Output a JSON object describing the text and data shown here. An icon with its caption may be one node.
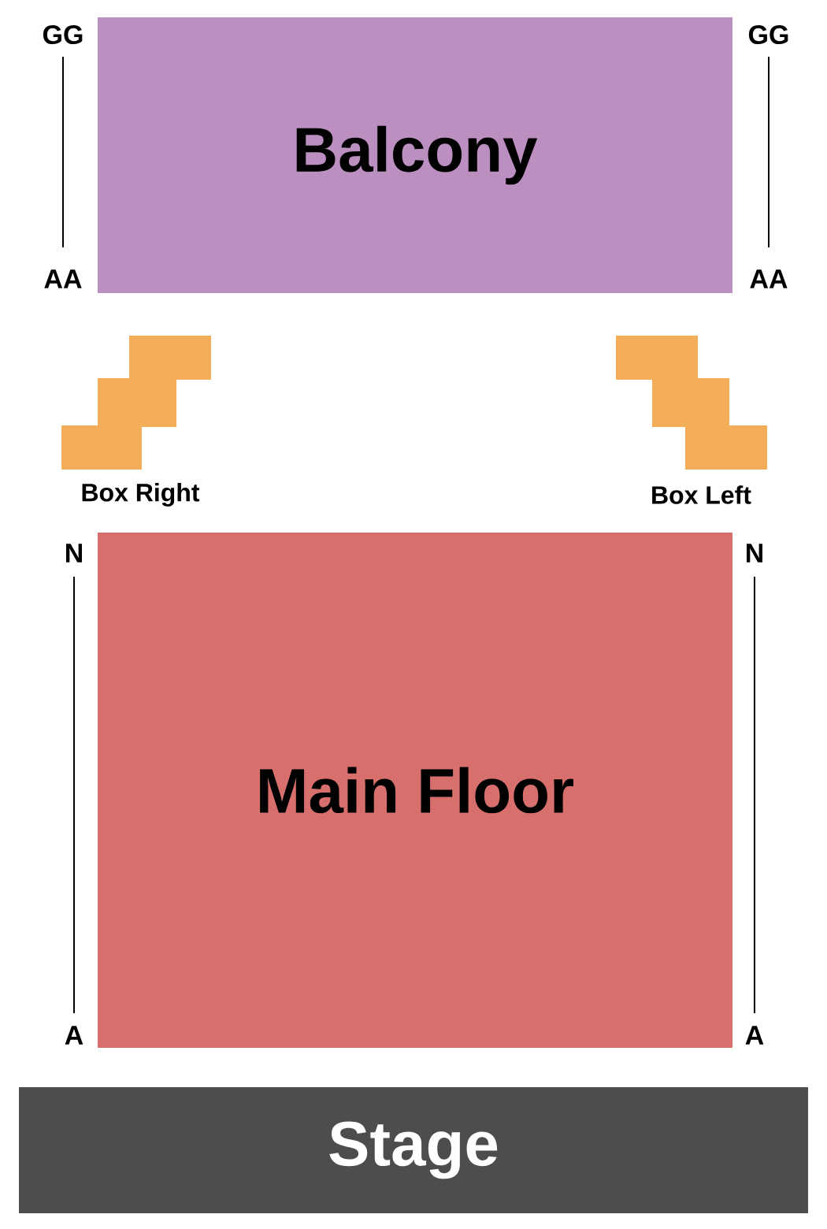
{
  "diagram": {
    "nodes": [
      {
        "text": [
          "Balcony"
        ]
      },
      {
        "text": [
          "Box Right"
        ]
      },
      {
        "text": [
          "Box Left"
        ]
      },
      {
        "text": [
          "Main Floor"
        ]
      },
      {
        "text": [
          "Stage"
        ]
      }
    ],
    "labels": [
      "GG",
      "GG",
      "AA",
      "AA",
      "N",
      "N",
      "A",
      "A"
    ]
  }
}
